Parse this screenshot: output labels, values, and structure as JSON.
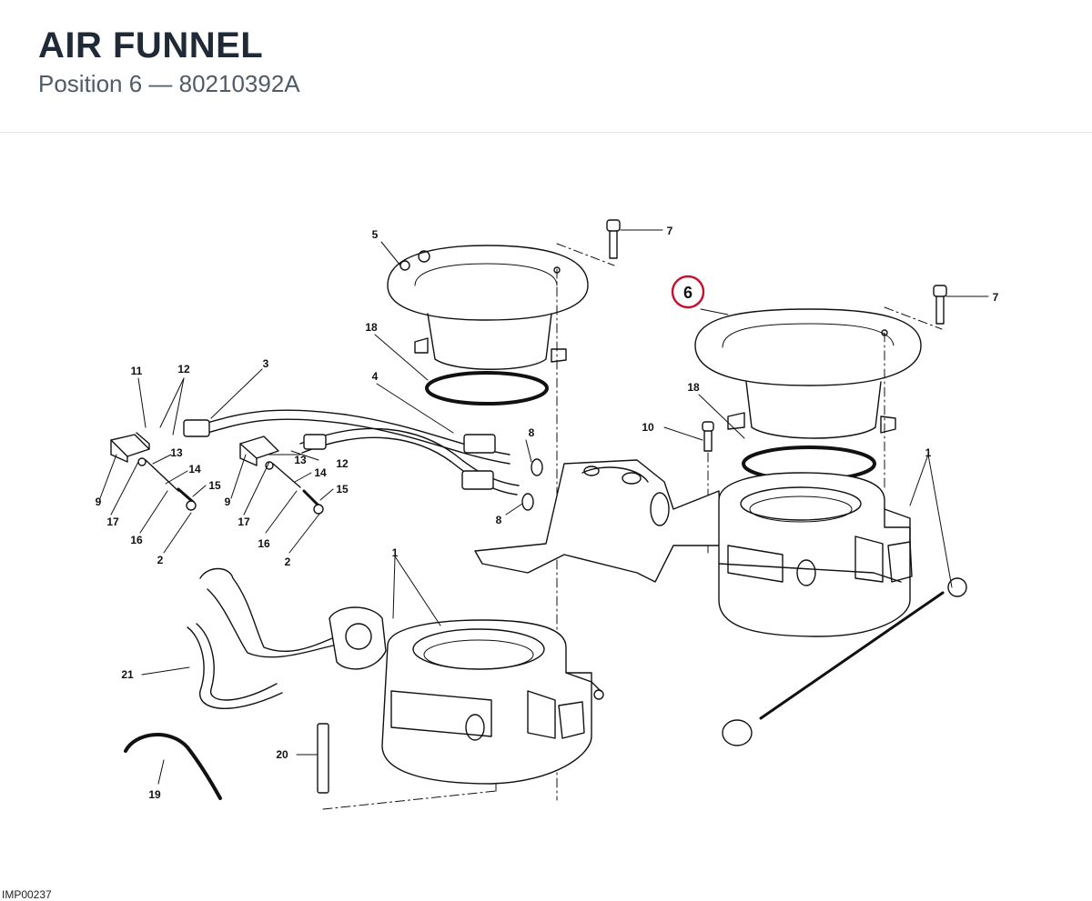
{
  "header": {
    "title": "AIR FUNNEL",
    "subtitle": "Position 6 — 80210392A"
  },
  "footer": {
    "doc_code": "IMP00237"
  },
  "diagram": {
    "highlight_color": "#c8102e",
    "highlighted_label": "6",
    "callouts": [
      "7",
      "7",
      "5",
      "6",
      "18",
      "18",
      "11",
      "12",
      "3",
      "4",
      "13",
      "14",
      "15",
      "9",
      "17",
      "16",
      "2",
      "13",
      "12",
      "14",
      "15",
      "9",
      "17",
      "16",
      "2",
      "8",
      "8",
      "10",
      "1",
      "1",
      "21",
      "20",
      "19"
    ]
  }
}
